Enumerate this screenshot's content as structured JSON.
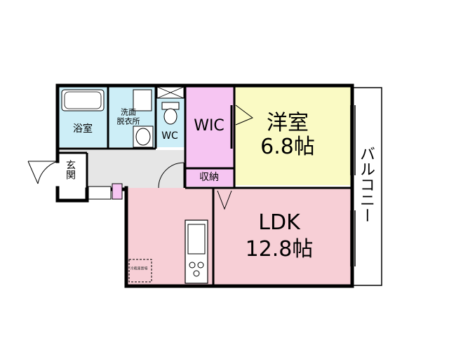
{
  "rooms": {
    "bath": "浴室",
    "washroom_line1": "洗面",
    "washroom_line2": "脱衣所",
    "wc": "WC",
    "wic": "WIC",
    "western_name": "洋室",
    "western_size": "6.8帖",
    "entrance": "玄関",
    "storage": "収納",
    "ldk_name": "LDK",
    "ldk_size": "12.8帖",
    "balcony": "バルコニー",
    "appliance_spot": "冷蔵庫置場"
  },
  "colors": {
    "wall": "#000000",
    "bath": "#cdeef7",
    "washroom": "#cdeef7",
    "wc": "#cdeef7",
    "wic": "#f6c5f2",
    "storage": "#f6c5f2",
    "western": "#fafac4",
    "ldk": "#f7cfd6",
    "hall": "#e6e6e6",
    "balcony": "#ffffff"
  }
}
